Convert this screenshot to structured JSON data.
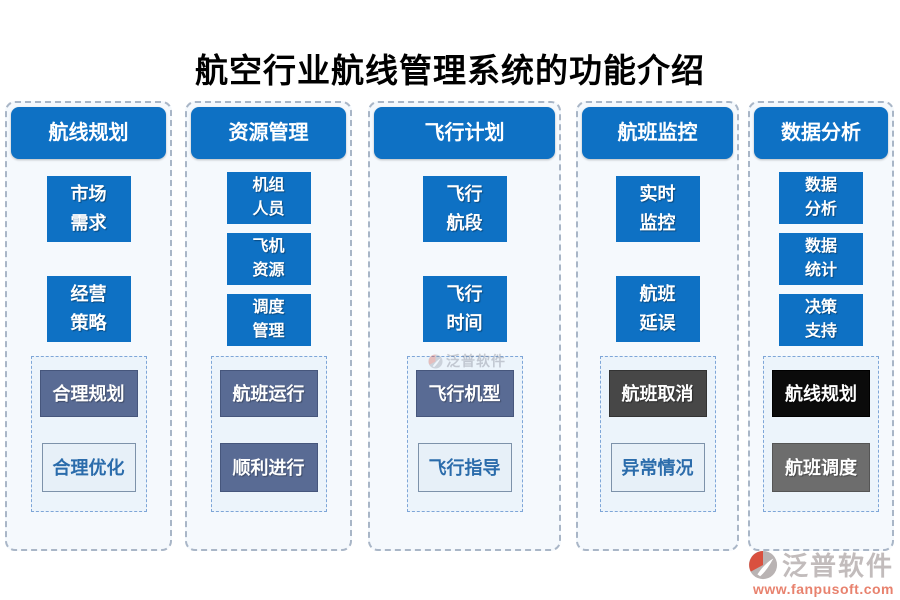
{
  "title": "航空行业航线管理系统的功能介绍",
  "columns": [
    {
      "header": "航线规划",
      "features": [
        {
          "line1": "市场",
          "line2": "需求"
        },
        {
          "line1": "经营",
          "line2": "策略"
        }
      ],
      "outcomes": [
        {
          "label": "合理规划",
          "style": "slate"
        },
        {
          "label": "合理优化",
          "style": "light"
        }
      ]
    },
    {
      "header": "资源管理",
      "features": [
        {
          "line1": "机组",
          "line2": "人员"
        },
        {
          "line1": "飞机",
          "line2": "资源"
        },
        {
          "line1": "调度",
          "line2": "管理"
        }
      ],
      "outcomes": [
        {
          "label": "航班运行",
          "style": "slate"
        },
        {
          "label": "顺利进行",
          "style": "slate"
        }
      ]
    },
    {
      "header": "飞行计划",
      "features": [
        {
          "line1": "飞行",
          "line2": "航段"
        },
        {
          "line1": "飞行",
          "line2": "时间"
        }
      ],
      "outcomes": [
        {
          "label": "飞行机型",
          "style": "slate"
        },
        {
          "label": "飞行指导",
          "style": "light"
        }
      ]
    },
    {
      "header": "航班监控",
      "features": [
        {
          "line1": "实时",
          "line2": "监控"
        },
        {
          "line1": "航班",
          "line2": "延误"
        }
      ],
      "outcomes": [
        {
          "label": "航班取消",
          "style": "darkgray"
        },
        {
          "label": "异常情况",
          "style": "light"
        }
      ]
    },
    {
      "header": "数据分析",
      "features": [
        {
          "line1": "数据",
          "line2": "分析"
        },
        {
          "line1": "数据",
          "line2": "统计"
        },
        {
          "line1": "决策",
          "line2": "支持"
        }
      ],
      "outcomes": [
        {
          "label": "航线规划",
          "style": "black"
        },
        {
          "label": "航班调度",
          "style": "gray"
        }
      ]
    }
  ],
  "watermark": {
    "text": "泛普软件"
  },
  "brand": {
    "name": "泛普软件",
    "url": "www.fanpusoft.com"
  },
  "colors": {
    "accent_blue": "#0E71C4",
    "slate": "#596B94",
    "dark_gray": "#474747",
    "black": "#0B0B0B",
    "gray": "#6D6D6D",
    "light_box_bg": "#E7F0F8",
    "light_box_text": "#2B6CAB",
    "brand_red": "#E8826E"
  }
}
